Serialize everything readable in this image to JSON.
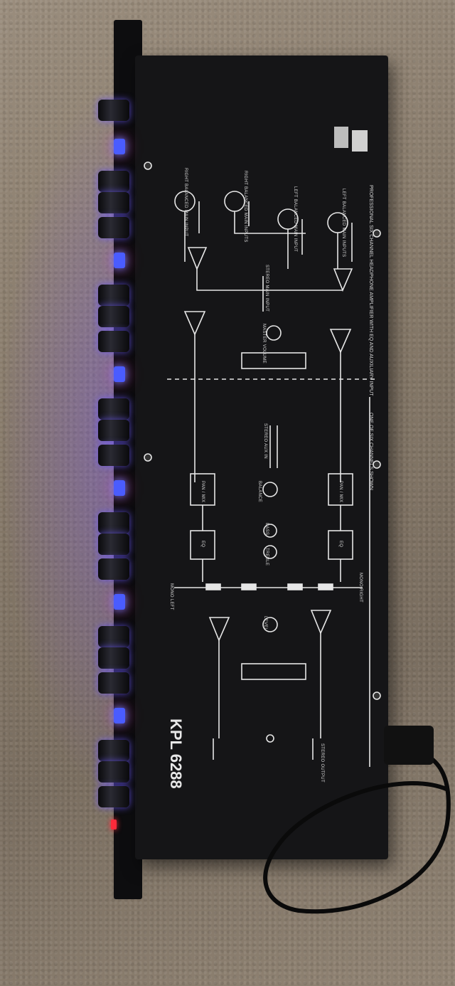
{
  "device": {
    "model_label": "KPL\n6288",
    "header_text": "PROFESSIONAL SIX CHANNEL HEADPHONE AMPLIFIER WITH EQ AND AUXILIARY INPUT",
    "channel_note": "ONE OF SIX CHANNELS SHOWN"
  },
  "panel_labels": {
    "right_balanced_main_input": "RIGHT BALANCED MAIN INPUT",
    "right_balanced_main_inputs": "RIGHT BALANCED MAIN INPUTS",
    "left_balanced_main_input": "LEFT BALANCED MAIN INPUT",
    "left_balanced_main_inputs": "LEFT BALANCED MAIN INPUTS",
    "stereo_main_input": "STEREO MAIN INPUT",
    "master_volume": "MASTER VOLUME",
    "stereo_aux_input": "STEREO AUX IN",
    "balance": "BALANCE",
    "bass": "BASS",
    "treble": "TREBLE",
    "level": "LEVEL",
    "mono_left": "MONO LEFT",
    "mono_right": "MONO RIGHT",
    "stereo_output": "STEREO OUTPUT",
    "pan_mix": "PAN / MIX",
    "eq": "EQ"
  },
  "colors": {
    "panel": "#151517",
    "silkscreen": "#e6e6e6",
    "led_blue": "#4a5cff",
    "led_red": "#ff2a3a",
    "carpet": "#8c7f70"
  }
}
